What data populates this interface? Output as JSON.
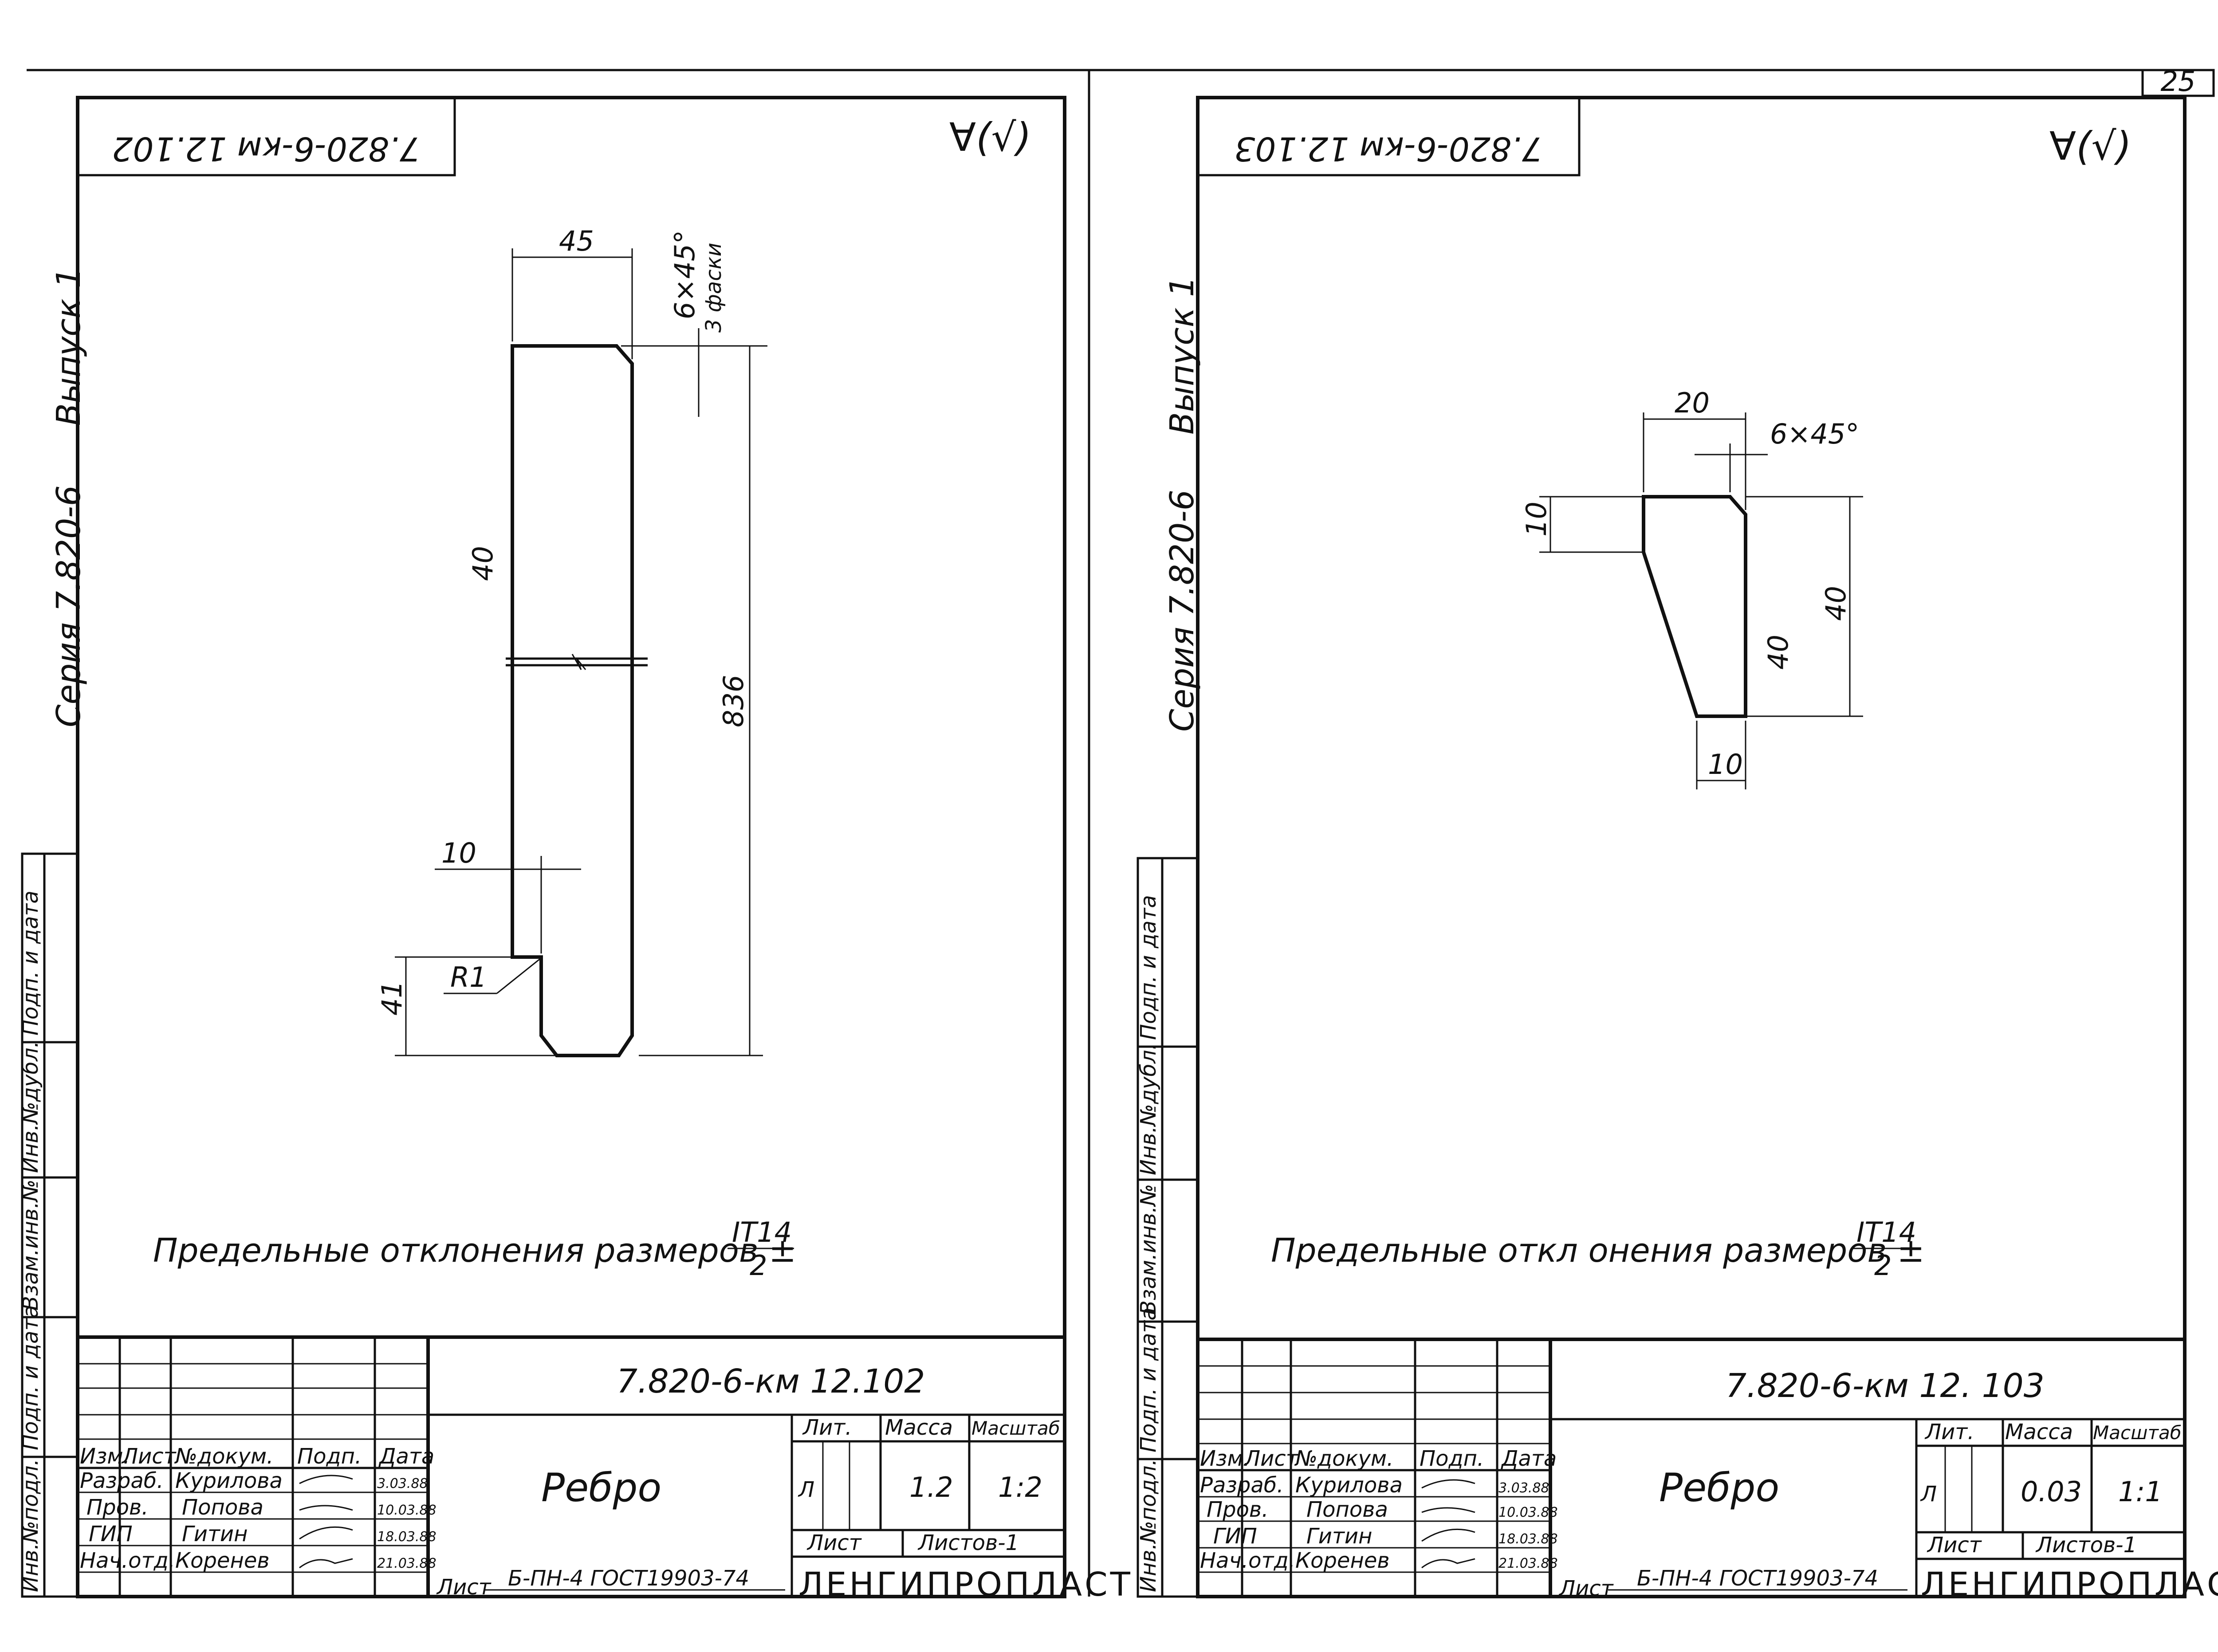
{
  "sheet_number": "25",
  "left": {
    "code": "7.820-6-км 12.102",
    "code_mirrored": "7.820-6-км 12.102",
    "series": "Серия   7.820-6",
    "issue": "Выпуск 1",
    "dims": {
      "top_width": "45",
      "chamfer": "6×45°",
      "chamfer_note": "3 фаски",
      "length": "836",
      "roughness": "40",
      "offset": "10",
      "radius": "R1",
      "bottom_height": "41"
    },
    "tolerance": "Предельные отклонения размеров ±",
    "tolerance_num": "IT14",
    "tolerance_den": "2",
    "title_block": {
      "code": "7.820-6-км 12.102",
      "name": "Ребро",
      "col_headers": [
        "Изм.",
        "Лист",
        "№докум.",
        "Подп.",
        "Дата"
      ],
      "roles": [
        {
          "role": "Разраб.",
          "name": "Курилова",
          "date": "3.03.88"
        },
        {
          "role": "Пров.",
          "name": "Попова",
          "date": "10.03.88"
        },
        {
          "role": "ГИП",
          "name": "Гитин",
          "date": "18.03.88"
        },
        {
          "role": "Нач.отд.",
          "name": "Коренев",
          "date": "21.03.88"
        }
      ],
      "lit_label": "Лит.",
      "mass_label": "Масса",
      "scale_label": "Масштаб",
      "lit": "Л",
      "mass": "1.2",
      "scale": "1:2",
      "sheet_label": "Лист",
      "sheets_label": "Листов-1",
      "material": "Б-ПН-4 ГОСТ19903-74",
      "material_prefix": "Лист",
      "org": "ЛЕНГИПРОПЛАСТ"
    }
  },
  "right": {
    "code": "7.820-6-км 12.103",
    "code_mirrored": "7.820-6-км 12.103",
    "series": "Серия   7.820-6",
    "issue": "Выпуск 1",
    "dims": {
      "top_width": "20",
      "chamfer": "6×45°",
      "left_height": "10",
      "height": "40",
      "roughness": "40",
      "bottom_width": "10"
    },
    "tolerance": "Предельные откл онения размеров ±",
    "tolerance_num": "IT14",
    "tolerance_den": "2",
    "title_block": {
      "code": "7.820-6-км 12. 103",
      "name": "Ребро",
      "col_headers": [
        "Изм.",
        "Лист",
        "№докум.",
        "Подп.",
        "Дата"
      ],
      "roles": [
        {
          "role": "Разраб.",
          "name": "Курилова",
          "date": "3.03.88"
        },
        {
          "role": "Пров.",
          "name": "Попова",
          "date": "10.03.88"
        },
        {
          "role": "ГИП",
          "name": "Гитин",
          "date": "18.03.88"
        },
        {
          "role": "Нач.отд.",
          "name": "Коренев",
          "date": "21.03.88"
        }
      ],
      "lit_label": "Лит.",
      "mass_label": "Масса",
      "scale_label": "Масштаб",
      "lit": "Л",
      "mass": "0.03",
      "scale": "1:1",
      "sheet_label": "Лист",
      "sheets_label": "Листов-1",
      "material": "Б-ПН-4 ГОСТ19903-74",
      "material_prefix": "Лист",
      "org": "ЛЕНГИПРОПЛАСТ"
    }
  },
  "stamp_fields": [
    "Инв.№подл.",
    "Подп. и дата",
    "Взам.инв.№",
    "Инв.№дубл.",
    "Подп. и дата"
  ]
}
